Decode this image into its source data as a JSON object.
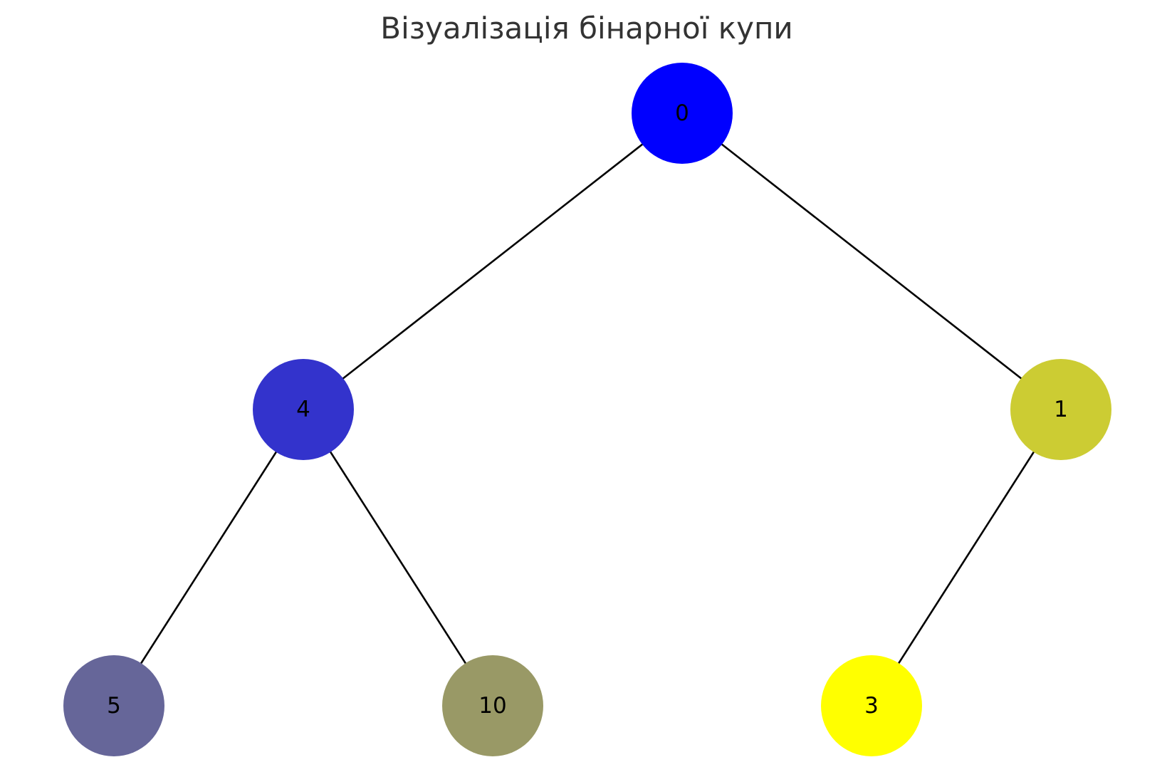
{
  "diagram": {
    "title": "Візуалізація бінарної купи",
    "nodes": [
      {
        "id": "n0",
        "label": "0",
        "color": "#0000ff"
      },
      {
        "id": "n4",
        "label": "4",
        "color": "#3333cc"
      },
      {
        "id": "n1",
        "label": "1",
        "color": "#cccc33"
      },
      {
        "id": "n5",
        "label": "5",
        "color": "#666699"
      },
      {
        "id": "n10",
        "label": "10",
        "color": "#999966"
      },
      {
        "id": "n3",
        "label": "3",
        "color": "#ffff00"
      }
    ],
    "edges": [
      {
        "from": "n0",
        "to": "n4"
      },
      {
        "from": "n0",
        "to": "n1"
      },
      {
        "from": "n4",
        "to": "n5"
      },
      {
        "from": "n4",
        "to": "n10"
      },
      {
        "from": "n1",
        "to": "n3"
      }
    ]
  }
}
